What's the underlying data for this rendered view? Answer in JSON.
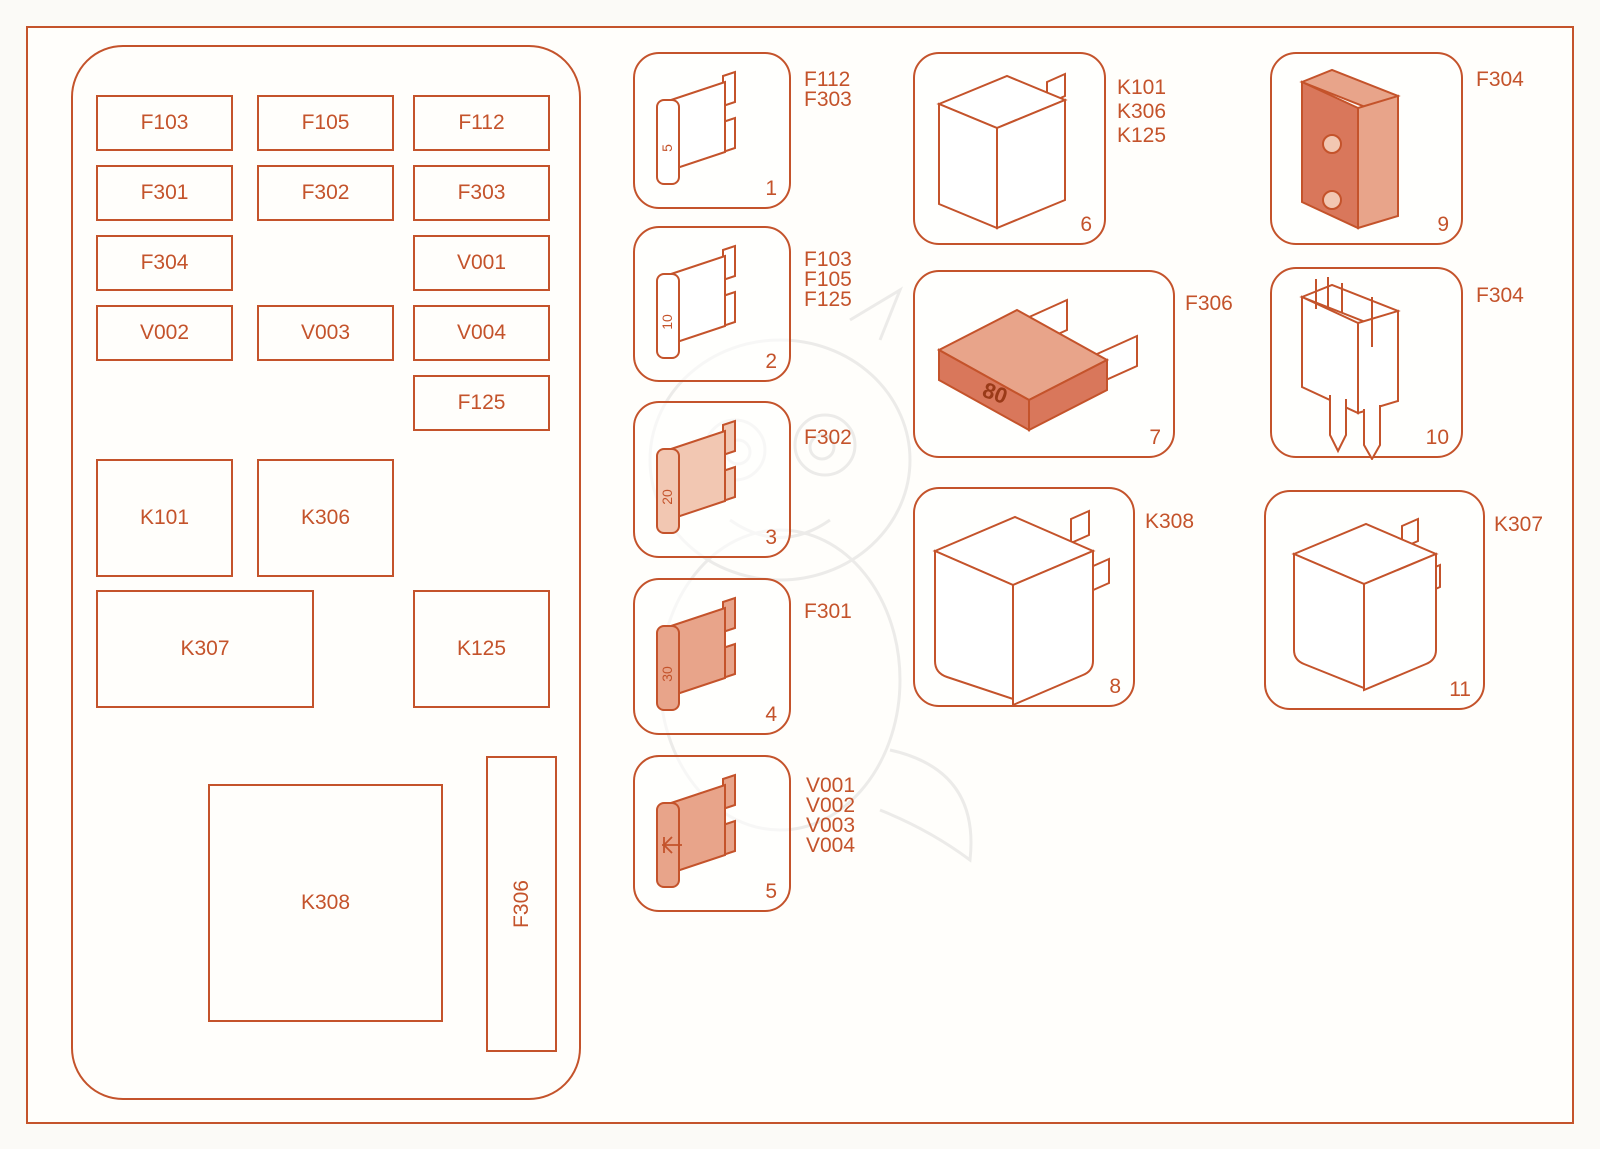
{
  "diagram": {
    "colors": {
      "stroke": "#c4532b",
      "fill_light": "#f2c7b2",
      "fill_mid": "#e8a48a",
      "fill_dark": "#d9775b"
    },
    "fuse_box": {
      "slots": {
        "f103": "F103",
        "f105": "F105",
        "f112": "F112",
        "f301": "F301",
        "f302": "F302",
        "f303": "F303",
        "f304": "F304",
        "v001": "V001",
        "v002": "V002",
        "v003": "V003",
        "v004": "V004",
        "f125": "F125",
        "k101": "K101",
        "k306": "K306",
        "k307": "K307",
        "k125": "K125",
        "k308": "K308",
        "f306": "F306"
      }
    },
    "components": [
      {
        "number": "1",
        "labels": [
          "F112",
          "F303"
        ],
        "rating": "5",
        "icon": "blade-fuse-icon"
      },
      {
        "number": "2",
        "labels": [
          "F103",
          "F105",
          "F125"
        ],
        "rating": "10",
        "icon": "blade-fuse-icon"
      },
      {
        "number": "3",
        "labels": [
          "F302"
        ],
        "rating": "20",
        "icon": "blade-fuse-icon"
      },
      {
        "number": "4",
        "labels": [
          "F301"
        ],
        "rating": "30",
        "icon": "blade-fuse-icon"
      },
      {
        "number": "5",
        "labels": [
          "V001",
          "V002",
          "V003",
          "V004"
        ],
        "rating": "",
        "icon": "diode-icon"
      },
      {
        "number": "6",
        "labels": [
          "K101",
          "K306",
          "K125"
        ],
        "icon": "mini-relay-icon"
      },
      {
        "number": "7",
        "labels": [
          "F306"
        ],
        "rating": "80",
        "icon": "maxi-fuse-icon"
      },
      {
        "number": "8",
        "labels": [
          "K308"
        ],
        "icon": "relay-icon"
      },
      {
        "number": "9",
        "labels": [
          "F304"
        ],
        "icon": "cartridge-fuse-icon"
      },
      {
        "number": "10",
        "labels": [
          "F304"
        ],
        "icon": "fuse-holder-icon"
      },
      {
        "number": "11",
        "labels": [
          "K307"
        ],
        "icon": "relay-icon"
      }
    ]
  }
}
